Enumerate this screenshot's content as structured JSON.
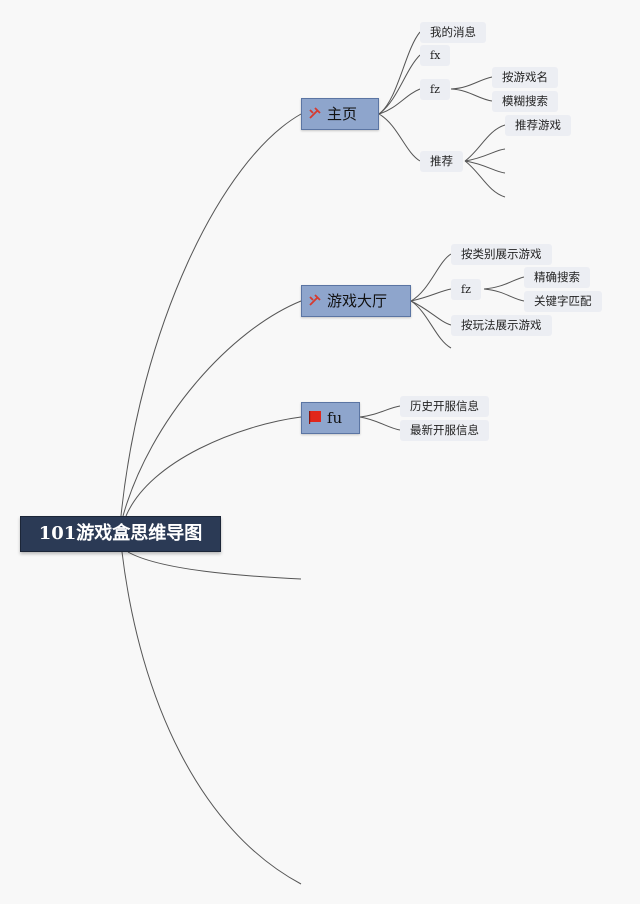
{
  "root": {
    "label": "101游戏盒思维导图"
  },
  "branches": [
    {
      "label": "主页",
      "icon": "tools-icon",
      "children": [
        {
          "label": "我的消息"
        },
        {
          "label": "fx"
        },
        {
          "label": "fz",
          "children": [
            {
              "label": "按游戏名"
            },
            {
              "label": "模糊搜索"
            }
          ]
        },
        {
          "label": "推荐",
          "children": [
            {
              "label": "推荐游戏"
            }
          ]
        }
      ]
    },
    {
      "label": "游戏大厅",
      "icon": "tools-icon",
      "children": [
        {
          "label": "按类别展示游戏"
        },
        {
          "label": "fz",
          "children": [
            {
              "label": "精确搜索"
            },
            {
              "label": "关键字匹配"
            }
          ]
        },
        {
          "label": "按玩法展示游戏"
        }
      ]
    },
    {
      "label": "fu",
      "icon": "red-flag-icon",
      "children": [
        {
          "label": "历史开服信息"
        },
        {
          "label": "最新开服信息"
        }
      ]
    }
  ],
  "colors": {
    "root_bg": "#2b3a55",
    "branch_bg": "#8ea5cc",
    "leaf_bg": "#eceef3",
    "connector": "#555555",
    "flag": "#e0261b",
    "tools_icon": "#d63a2f"
  }
}
